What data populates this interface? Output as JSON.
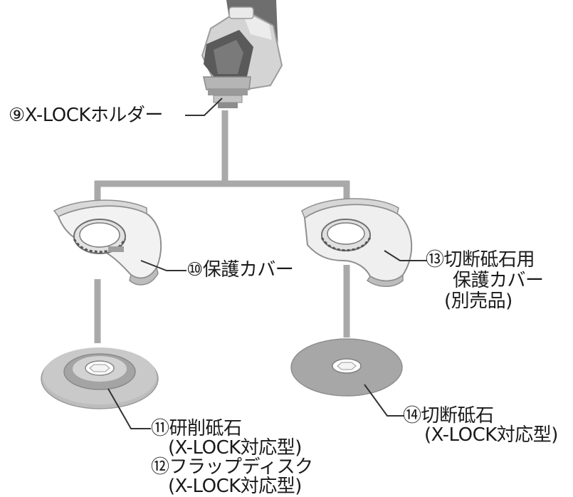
{
  "labels": {
    "holder": "⑨X-LOCKホルダー",
    "guard": "⑩保護カバー",
    "cut_guard_line1": "⑬切断砥石用",
    "cut_guard_line2": "保護カバー",
    "cut_guard_line3": "(別売品)",
    "grinding_line1": "⑪研削砥石",
    "grinding_line2": "(X-LOCK対応型)",
    "flap_line1": "⑫フラップディスク",
    "flap_line2": "(X-LOCK対応型)",
    "cutting_line1": "⑭切断砥石",
    "cutting_line2": "(X-LOCK対応型)"
  },
  "colors": {
    "connector": "#a9a9a9",
    "leader": "#333333",
    "metal": "#c8c8c8",
    "disc": "#a5a5a5",
    "guard": "#f2f2f2"
  }
}
